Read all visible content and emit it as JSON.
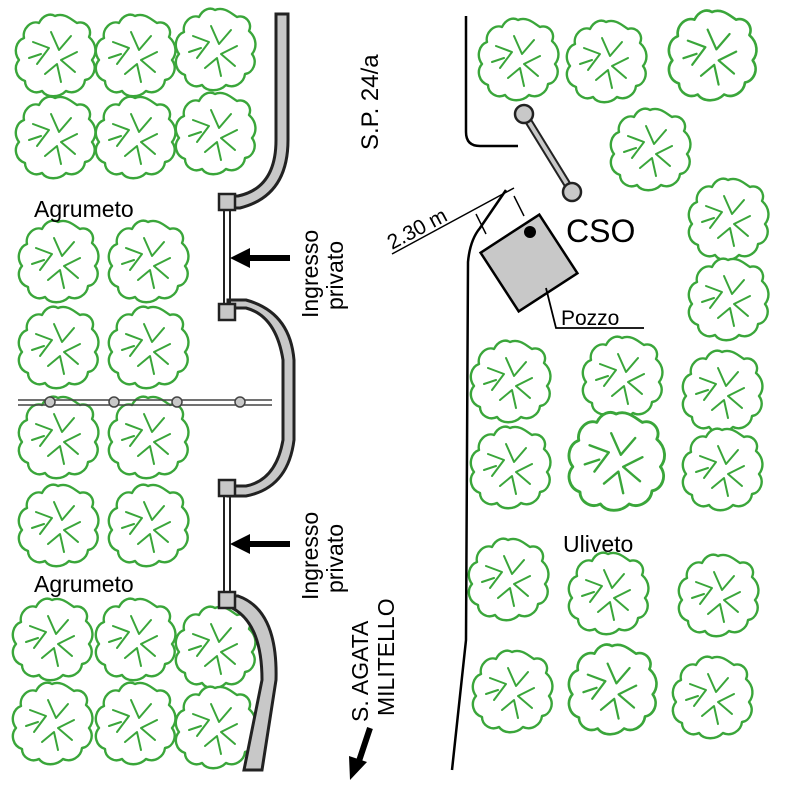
{
  "labels": {
    "road": "S.P. 24/a",
    "agrumeto_top": "Agrumeto",
    "agrumeto_bottom": "Agrumeto",
    "ingresso_top": [
      "Ingresso",
      "privato"
    ],
    "ingresso_bottom": [
      "Ingresso",
      "privato"
    ],
    "dimension": "2.30 m",
    "cso": "CSO",
    "pozzo": "Pozzo",
    "uliveto": "Uliveto",
    "direction": [
      "S. AGATA",
      "MILITELLO"
    ]
  },
  "colors": {
    "tree_stroke": "#3aa63a",
    "wall_fill": "#c8c8c8",
    "line": "#000000"
  }
}
